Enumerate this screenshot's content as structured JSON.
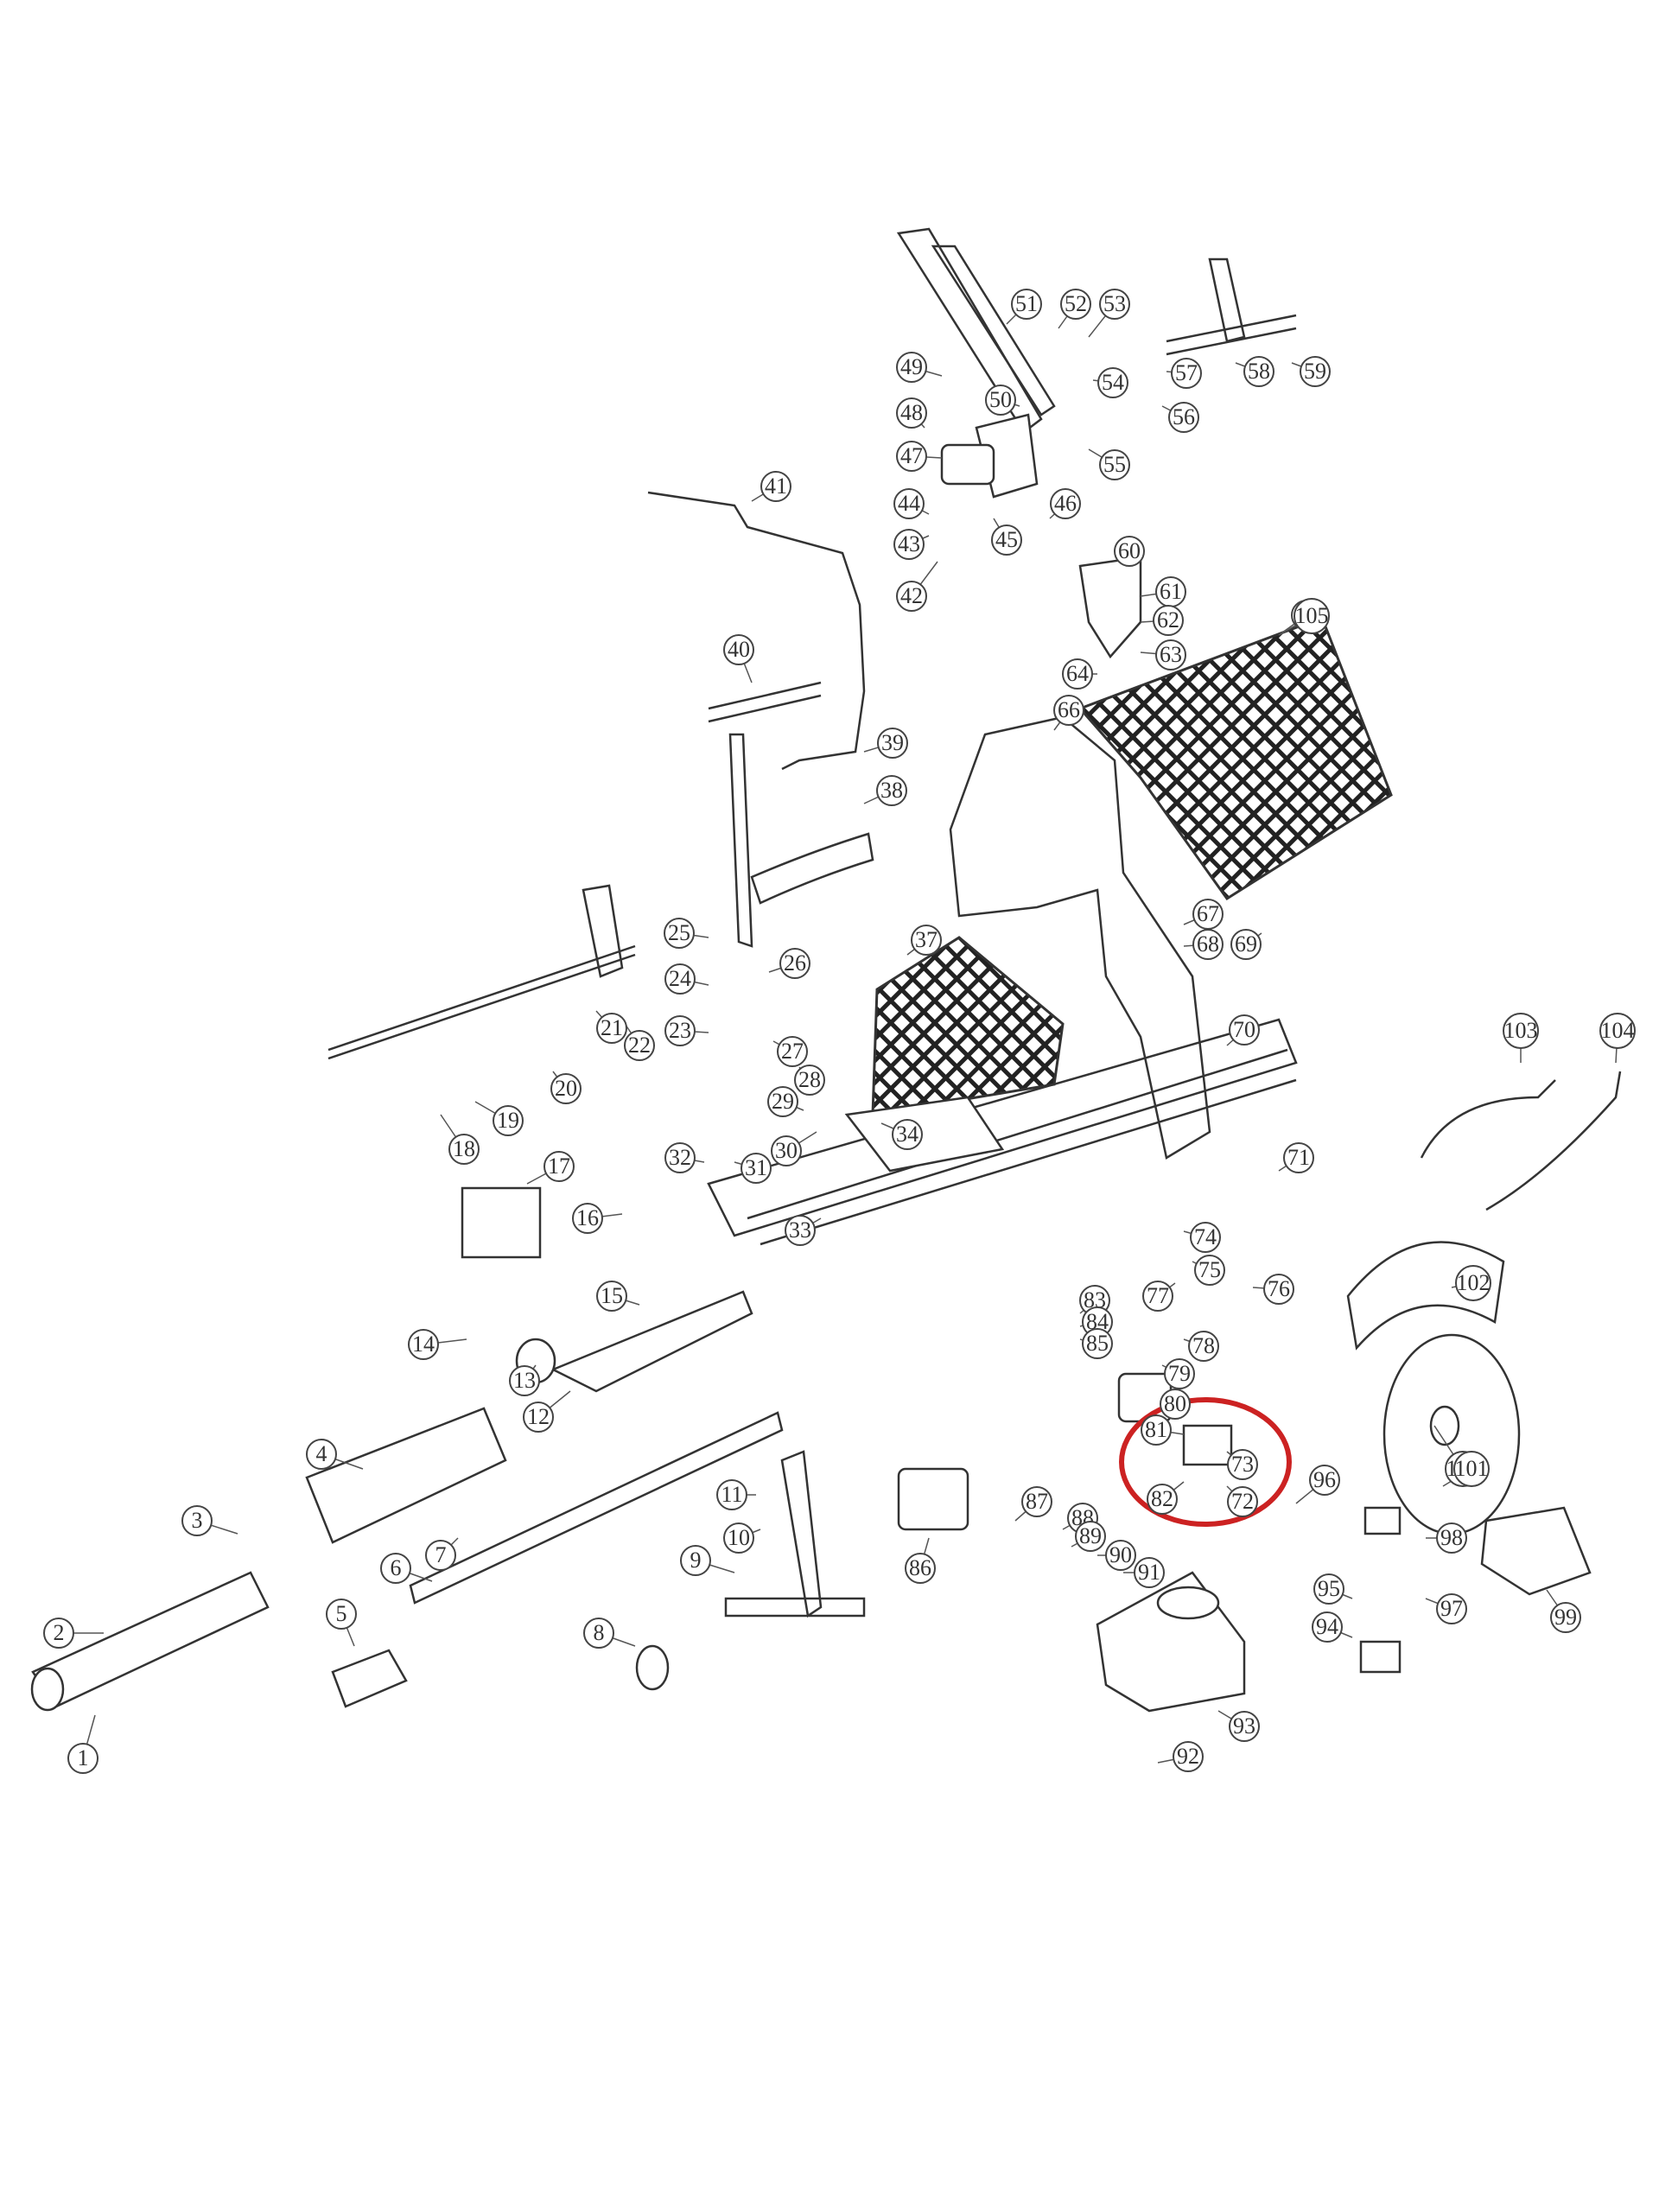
{
  "diagram": {
    "highlight_color": "#cc2222",
    "line_color": "#333333",
    "labels": [
      {
        "id": "p1",
        "text": "1"
      },
      {
        "id": "p2",
        "text": "2"
      },
      {
        "id": "p3",
        "text": "3"
      },
      {
        "id": "p4",
        "text": "4"
      },
      {
        "id": "p5",
        "text": "5"
      },
      {
        "id": "p6",
        "text": "6"
      },
      {
        "id": "p7",
        "text": "7"
      },
      {
        "id": "p8",
        "text": "8"
      },
      {
        "id": "p9",
        "text": "9"
      },
      {
        "id": "p10",
        "text": "10"
      },
      {
        "id": "p11",
        "text": "11"
      },
      {
        "id": "p12",
        "text": "12"
      },
      {
        "id": "p13",
        "text": "13"
      },
      {
        "id": "p14",
        "text": "14"
      },
      {
        "id": "p15",
        "text": "15"
      },
      {
        "id": "p16",
        "text": "16"
      },
      {
        "id": "p17",
        "text": "17"
      },
      {
        "id": "p18",
        "text": "18"
      },
      {
        "id": "p19",
        "text": "19"
      },
      {
        "id": "p20",
        "text": "20"
      },
      {
        "id": "p21",
        "text": "21"
      },
      {
        "id": "p22",
        "text": "22"
      },
      {
        "id": "p23",
        "text": "23"
      },
      {
        "id": "p24",
        "text": "24"
      },
      {
        "id": "p25",
        "text": "25"
      },
      {
        "id": "p26",
        "text": "26"
      },
      {
        "id": "p27",
        "text": "27"
      },
      {
        "id": "p28",
        "text": "28"
      },
      {
        "id": "p29",
        "text": "29"
      },
      {
        "id": "p30",
        "text": "30"
      },
      {
        "id": "p31",
        "text": "31"
      },
      {
        "id": "p32",
        "text": "32"
      },
      {
        "id": "p33",
        "text": "33"
      },
      {
        "id": "p34",
        "text": "34"
      },
      {
        "id": "p37",
        "text": "37"
      },
      {
        "id": "p38",
        "text": "38"
      },
      {
        "id": "p39",
        "text": "39"
      },
      {
        "id": "p40",
        "text": "40"
      },
      {
        "id": "p41",
        "text": "41"
      },
      {
        "id": "p42",
        "text": "42"
      },
      {
        "id": "p43",
        "text": "43"
      },
      {
        "id": "p44",
        "text": "44"
      },
      {
        "id": "p45",
        "text": "45"
      },
      {
        "id": "p46",
        "text": "46"
      },
      {
        "id": "p47",
        "text": "47"
      },
      {
        "id": "p48",
        "text": "48"
      },
      {
        "id": "p49",
        "text": "49"
      },
      {
        "id": "p50",
        "text": "50"
      },
      {
        "id": "p51",
        "text": "51"
      },
      {
        "id": "p52",
        "text": "52"
      },
      {
        "id": "p53",
        "text": "53"
      },
      {
        "id": "p54",
        "text": "54"
      },
      {
        "id": "p55",
        "text": "55"
      },
      {
        "id": "p56",
        "text": "56"
      },
      {
        "id": "p57",
        "text": "57"
      },
      {
        "id": "p58",
        "text": "58"
      },
      {
        "id": "p59",
        "text": "59"
      },
      {
        "id": "p60",
        "text": "60"
      },
      {
        "id": "p61",
        "text": "61"
      },
      {
        "id": "p62",
        "text": "62"
      },
      {
        "id": "p63",
        "text": "63"
      },
      {
        "id": "p64",
        "text": "64"
      },
      {
        "id": "p65",
        "text": "65"
      },
      {
        "id": "p66",
        "text": "66"
      },
      {
        "id": "p67",
        "text": "67"
      },
      {
        "id": "p68",
        "text": "68"
      },
      {
        "id": "p69",
        "text": "69"
      },
      {
        "id": "p70",
        "text": "70"
      },
      {
        "id": "p71",
        "text": "71"
      },
      {
        "id": "p72",
        "text": "72"
      },
      {
        "id": "p73",
        "text": "73"
      },
      {
        "id": "p74",
        "text": "74"
      },
      {
        "id": "p75",
        "text": "75"
      },
      {
        "id": "p76",
        "text": "76"
      },
      {
        "id": "p77",
        "text": "77"
      },
      {
        "id": "p78",
        "text": "78"
      },
      {
        "id": "p79",
        "text": "79"
      },
      {
        "id": "p80",
        "text": "80"
      },
      {
        "id": "p81",
        "text": "81"
      },
      {
        "id": "p82",
        "text": "82"
      },
      {
        "id": "p83",
        "text": "83"
      },
      {
        "id": "p84",
        "text": "84"
      },
      {
        "id": "p85",
        "text": "85"
      },
      {
        "id": "p86",
        "text": "86"
      },
      {
        "id": "p87",
        "text": "87"
      },
      {
        "id": "p88",
        "text": "88"
      },
      {
        "id": "p89",
        "text": "89"
      },
      {
        "id": "p90",
        "text": "90"
      },
      {
        "id": "p91",
        "text": "91"
      },
      {
        "id": "p92",
        "text": "92"
      },
      {
        "id": "p93",
        "text": "93"
      },
      {
        "id": "p94",
        "text": "94"
      },
      {
        "id": "p95",
        "text": "95"
      },
      {
        "id": "p96",
        "text": "96"
      },
      {
        "id": "p97",
        "text": "97"
      },
      {
        "id": "p98",
        "text": "98"
      },
      {
        "id": "p99",
        "text": "99"
      },
      {
        "id": "p100",
        "text": "100"
      },
      {
        "id": "p101",
        "text": "101"
      },
      {
        "id": "p102",
        "text": "102"
      },
      {
        "id": "p103",
        "text": "103"
      },
      {
        "id": "p104",
        "text": "104"
      },
      {
        "id": "p105",
        "text": "105"
      }
    ]
  }
}
